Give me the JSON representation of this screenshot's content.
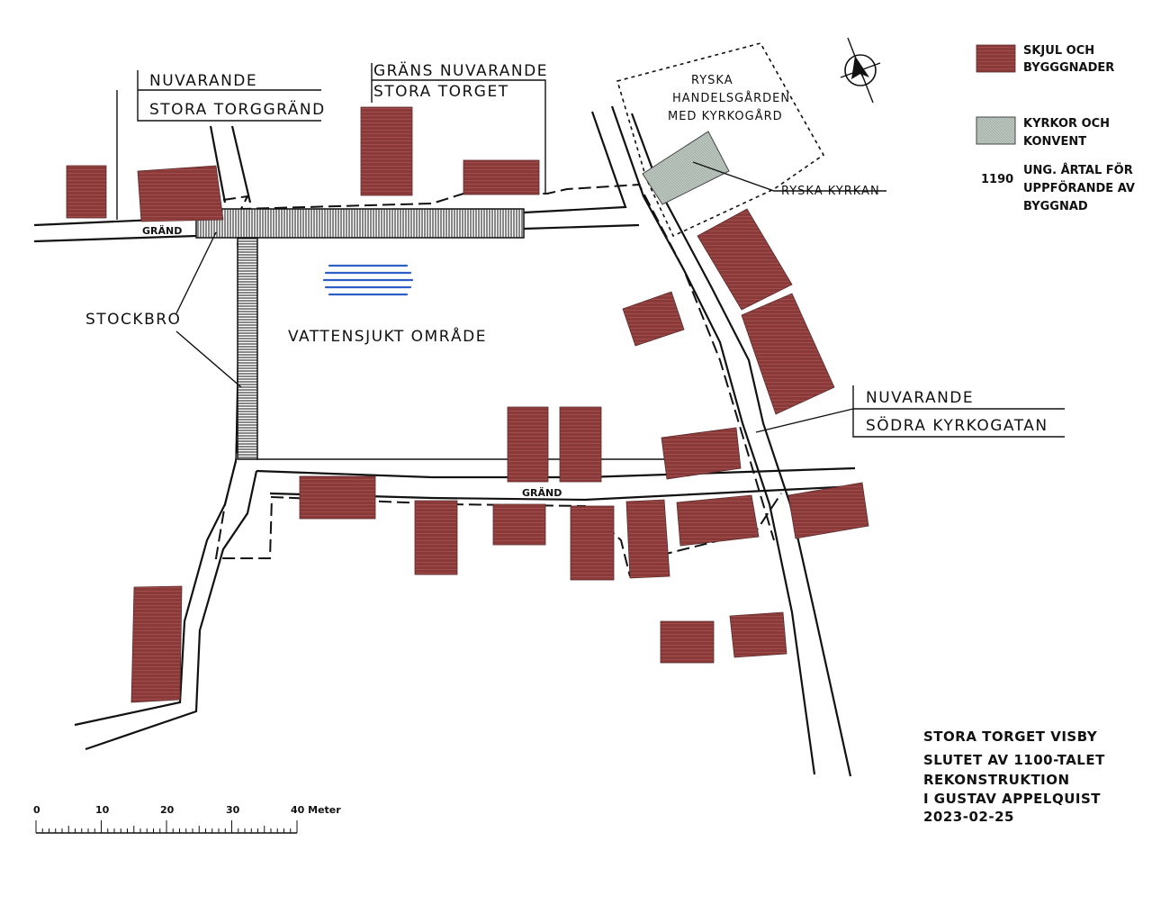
{
  "labels": {
    "nuvarande_torggrand_1": "NUVARANDE",
    "nuvarande_torggrand_2": "STORA TORGGRÄND",
    "grans_torget_1": "GRÄNS NUVARANDE",
    "grans_torget_2": "STORA TORGET",
    "ryska_handelsgarden_1": "RYSKA",
    "ryska_handelsgarden_2": "HANDELSGÅRDEN",
    "ryska_handelsgarden_3": "MED KYRKOGÅRD",
    "ryska_kyrkan": "RYSKA KYRKAN",
    "grand_north": "GRÄND",
    "grand_south": "GRÄND",
    "stockbro": "STOCKBRO",
    "vattensjukt": "VATTENSJUKT OMRÅDE",
    "sodra_kyrkogatan_1": "NUVARANDE",
    "sodra_kyrkogatan_2": "SÖDRA KYRKOGATAN"
  },
  "legend": {
    "buildings_1": "SKJUL OCH",
    "buildings_2": "BYGGGNADER",
    "churches_1": "KYRKOR OCH",
    "churches_2": "KONVENT",
    "year_sample": "1190",
    "year_1": "UNG. ÅRTAL FÖR",
    "year_2": "UPPFÖRANDE AV",
    "year_3": "BYGGNAD"
  },
  "title_block": {
    "line1": "STORA TORGET VISBY",
    "line2": "SLUTET AV 1100-TALET",
    "line3": "REKONSTRUKTION",
    "line4": "I GUSTAV APPELQUIST",
    "line5": "2023-02-25"
  },
  "scale_bar": {
    "ticks": [
      "0",
      "10",
      "20",
      "30",
      "40 Meter"
    ]
  },
  "colors": {
    "building": "#8b3a3a",
    "church": "#b9c4bd",
    "water": "#2f5fc4",
    "ink": "#111111"
  },
  "icons": {
    "north_arrow": "north-arrow-icon"
  }
}
